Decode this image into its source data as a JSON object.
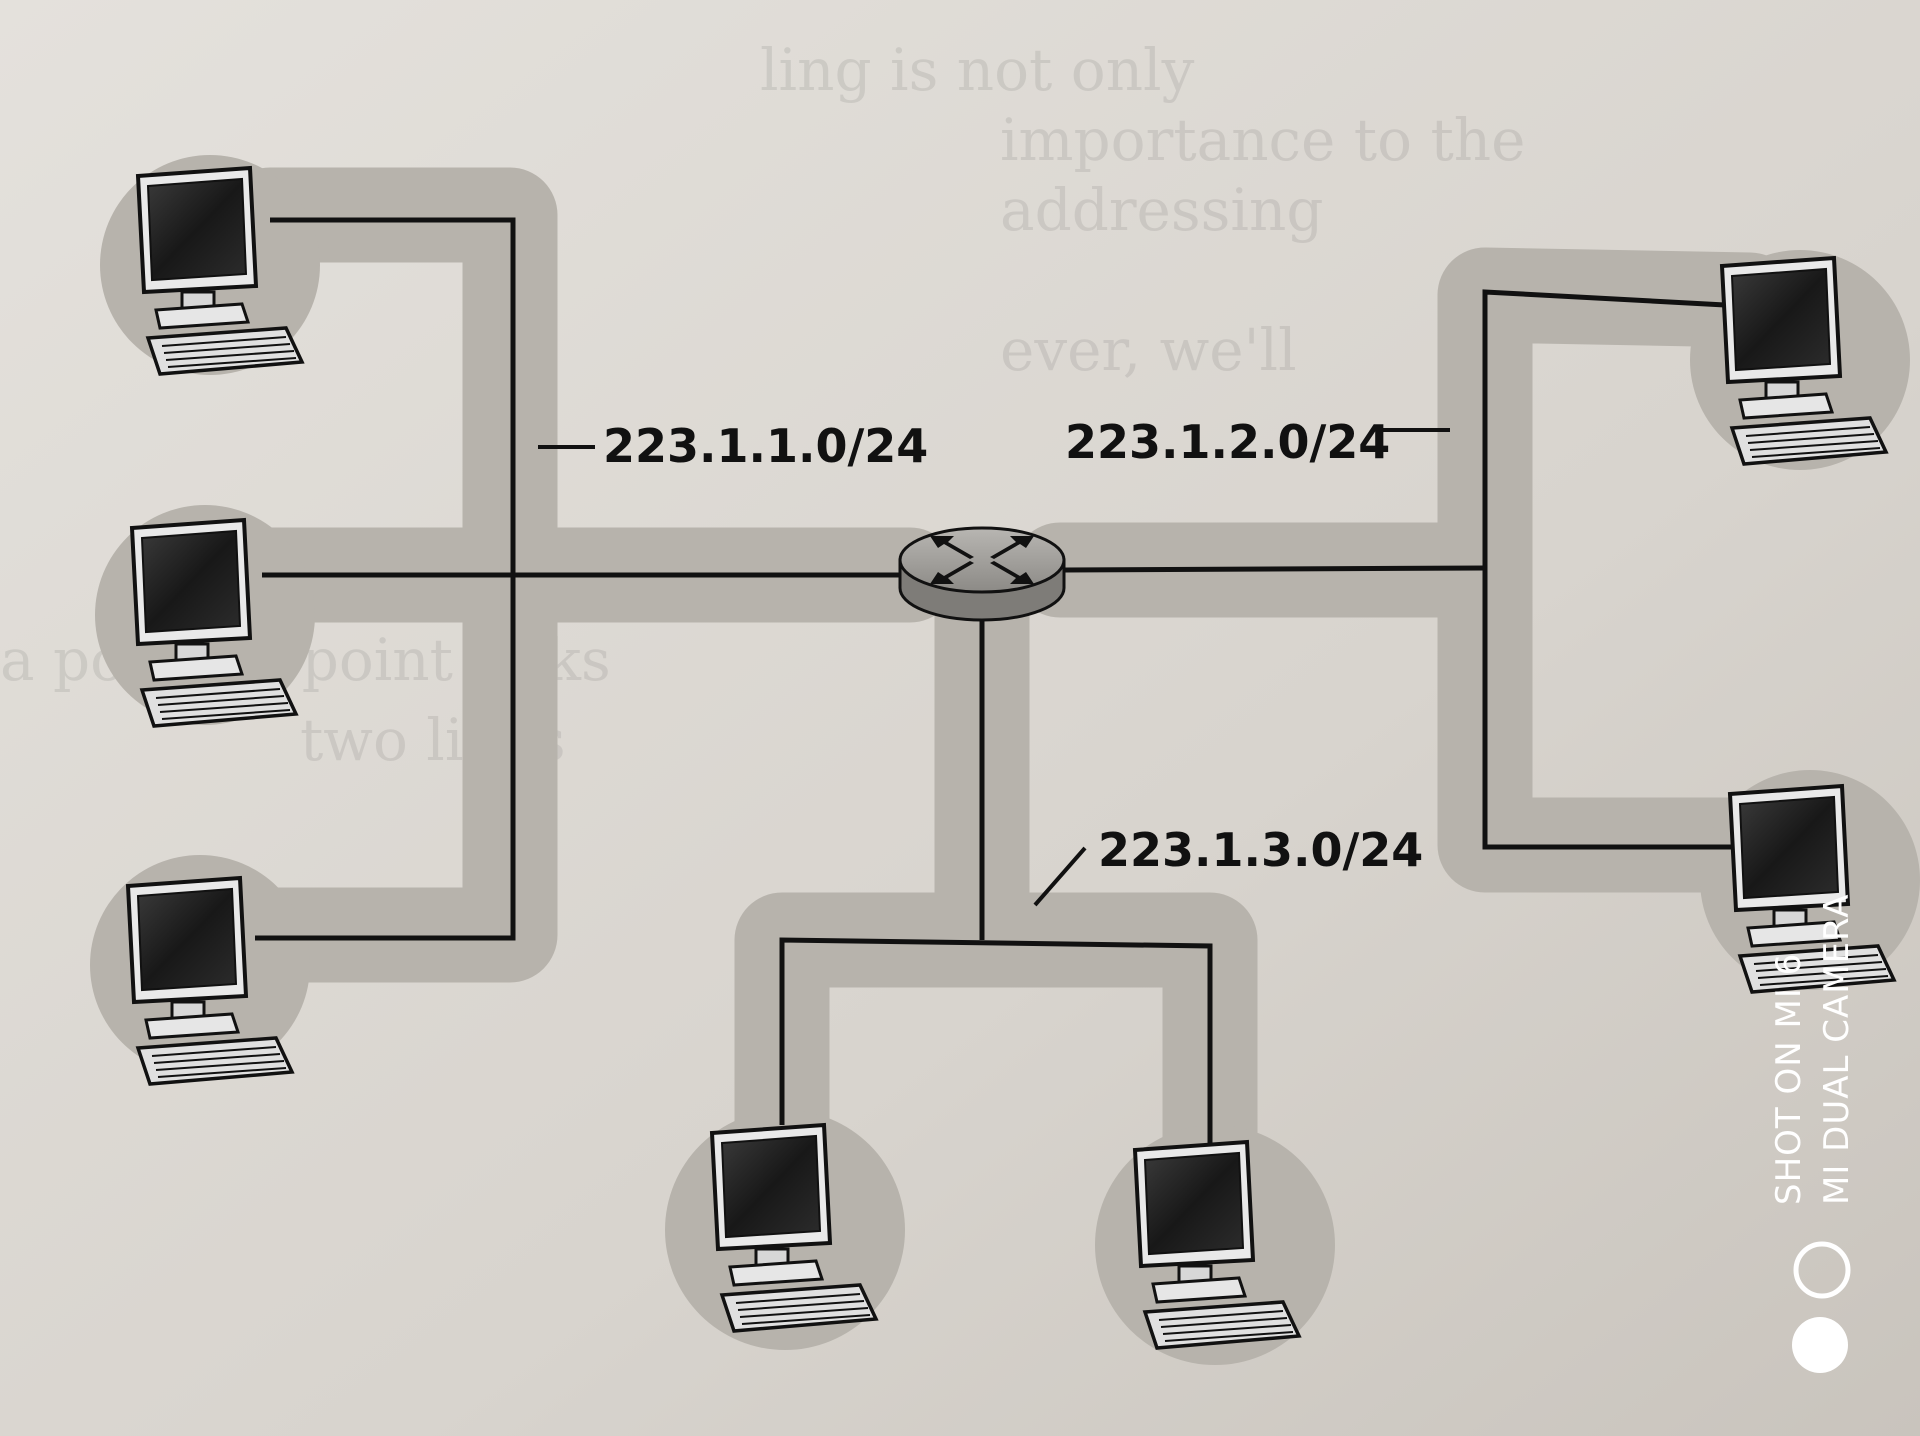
{
  "subnets": [
    {
      "id": "left",
      "label": "223.1.1.0/24"
    },
    {
      "id": "right",
      "label": "223.1.2.0/24"
    },
    {
      "id": "bottom",
      "label": "223.1.3.0/24"
    }
  ],
  "watermark": {
    "line1": "SHOT ON MI 6",
    "line2": "MI DUAL CAMERA"
  },
  "colors": {
    "paper": "#d9d5cf",
    "halo": "#b9b5ae",
    "wire": "#111111",
    "screen": "#1c1c1c"
  }
}
